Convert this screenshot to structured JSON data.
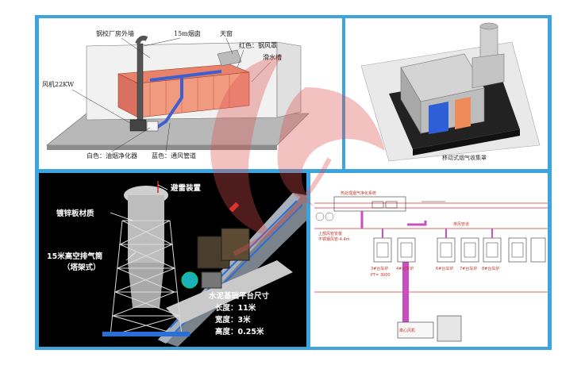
{
  "panel1": {
    "labels": {
      "factory_wall": "钢校厂房外墙",
      "chimney": "15m烟囱",
      "skylight": "天窗",
      "red_hood": "红色：钢风罩",
      "dust_collector": "滑水槽",
      "fan": "风机22KW",
      "white_purifier": "白色：油烟净化器",
      "blue_duct": "蓝色：通风管道"
    }
  },
  "panel2": {
    "caption": "移动式烟气收集罩"
  },
  "panel3": {
    "labels": {
      "lightning": "避雷装置",
      "galvanized": "镀锌板材质",
      "stack_line1": "15米高空排气筒",
      "stack_line2": "（塔架式）",
      "base_title": "水泥基础平台尺寸",
      "length": "长度：11米",
      "width": "宽度：3米",
      "height": "高度：0.25米"
    }
  },
  "panel4": {
    "system_label": "热处理烟气净化系统",
    "note_line1": "上部风管安装",
    "note_line2": "不锈钢风管-4.4m",
    "side_note": "排风管道",
    "furnaces": [
      {
        "label": "3#台车炉"
      },
      {
        "label": "4#台车炉"
      },
      {
        "label": "6#台车炉"
      },
      {
        "label": "7#台车炉"
      },
      {
        "label": "8#台车炉"
      }
    ],
    "unit_label": "离心风机",
    "ptext": "PT=  3000"
  },
  "colors": {
    "frame": "#3da4dd",
    "hood_red": "#e8826a",
    "duct_blue": "#3f5fd0",
    "watermark": "#e05050"
  }
}
